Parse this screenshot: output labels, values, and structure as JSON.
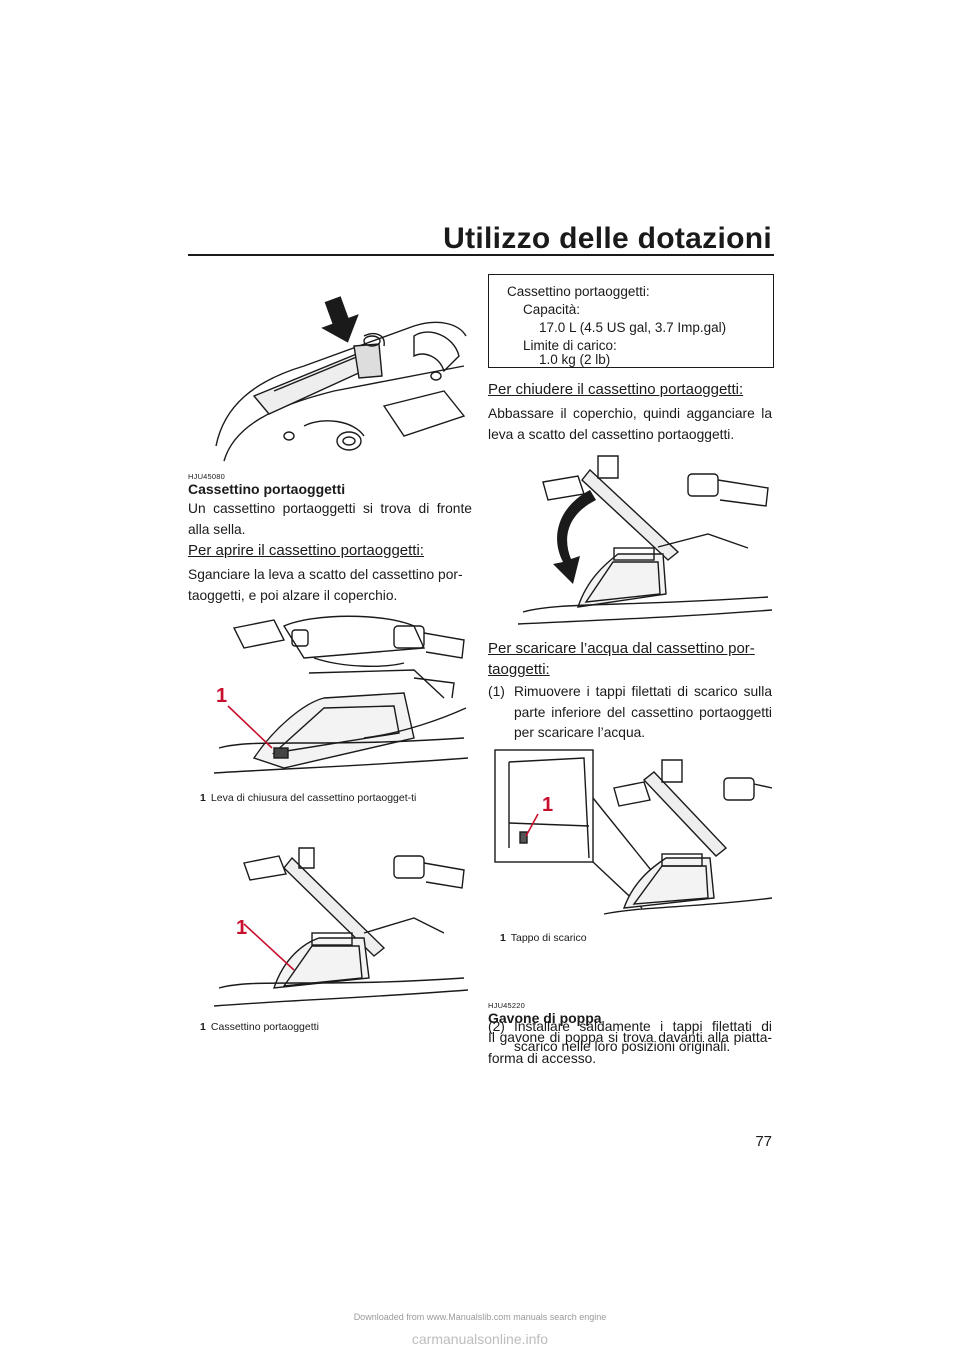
{
  "header": {
    "title": "Utilizzo delle dotazioni"
  },
  "page_number": "77",
  "footer": "Downloaded from www.Manualslib.com manuals search engine",
  "watermark": "carmanualsonline.info",
  "left": {
    "section_code": "HJU45080",
    "section_title": "Cassettino portaoggetti",
    "intro": "Un cassettino portaoggetti si trova di fronte alla sella.",
    "open_heading": "Per aprire il cassettino portaoggetti:",
    "open_text": "Sganciare la leva a scatto del cassettino por­taoggetti, e poi alzare il coperchio.",
    "fig2_callout": "1",
    "fig2_caption_num": "1",
    "fig2_caption": "Leva di chiusura del cassettino portaogget-ti",
    "fig3_callout": "1",
    "fig3_caption_num": "1",
    "fig3_caption": "Cassettino portaoggetti"
  },
  "right": {
    "spec_box": {
      "line1": "Cassettino portaoggetti:",
      "line2": "Capacità:",
      "line3": "17.0 L (4.5 US gal, 3.7 Imp.gal)",
      "line4": "Limite di carico:",
      "line5": "1.0 kg (2 lb)"
    },
    "close_heading": "Per chiudere il cassettino portaoggetti:",
    "close_text": "Abbassare il coperchio, quindi agganciare la leva a scatto del cassettino portaoggetti.",
    "drain_heading": "Per scaricare l’acqua dal cassettino por­taoggetti:",
    "step1_num": "(1)",
    "step1_text": "Rimuovere i tappi filettati di scarico sulla parte inferiore del cassettino portaogget­ti per scaricare l’acqua.",
    "fig5_callout": "1",
    "fig5_caption_num": "1",
    "fig5_caption": "Tappo di scarico",
    "step2_num": "(2)",
    "step2_text": "Installare saldamente i tappi filettati di scarico nelle loro posizioni originali.",
    "section2_code": "HJU45220",
    "section2_title": "Gavone di poppa",
    "section2_text": "Il gavone di poppa si trova davanti alla piatta­forma di accesso."
  }
}
